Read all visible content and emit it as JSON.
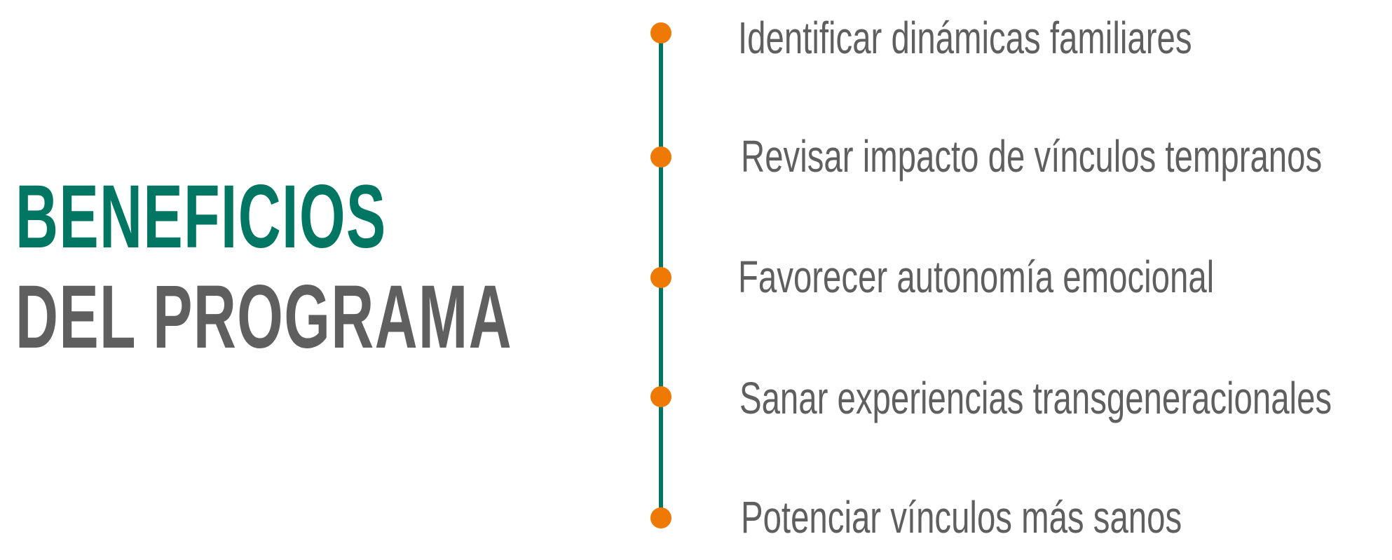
{
  "title": {
    "line1": "BENEFICIOS",
    "line2": "DEL PROGRAMA"
  },
  "colors": {
    "accent": "#007663",
    "dot": "#ee7a05",
    "text": "#5f5f5f"
  },
  "items": [
    {
      "label": "Identificar dinámicas familiares"
    },
    {
      "label": "Revisar impacto de vínculos tempranos"
    },
    {
      "label": "Favorecer autonomía emocional"
    },
    {
      "label": "Sanar experiencias transgeneracionales"
    },
    {
      "label": "Potenciar vínculos más sanos"
    }
  ]
}
